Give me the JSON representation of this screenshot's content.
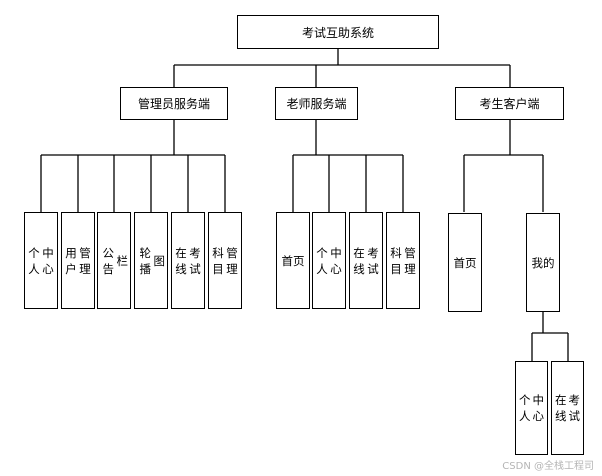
{
  "root": "考试互助系统",
  "branches": {
    "admin": {
      "label": "管理员服务端",
      "children": [
        [
          "个人",
          "中心"
        ],
        [
          "用户",
          "管理"
        ],
        [
          "公告",
          "栏"
        ],
        [
          "轮播",
          "图"
        ],
        [
          "在线",
          "考试"
        ],
        [
          "科目",
          "管理"
        ]
      ]
    },
    "teacher": {
      "label": "老师服务端",
      "children": [
        [
          "首页"
        ],
        [
          "个人",
          "中心"
        ],
        [
          "在线",
          "考试"
        ],
        [
          "科目",
          "管理"
        ]
      ]
    },
    "student": {
      "label": "考生客户端",
      "children": [
        [
          "首页"
        ],
        [
          "我的"
        ]
      ],
      "mine_children": [
        [
          "个人",
          "中心"
        ],
        [
          "在线",
          "考试"
        ]
      ]
    }
  },
  "watermark": "CSDN @全栈工程司"
}
